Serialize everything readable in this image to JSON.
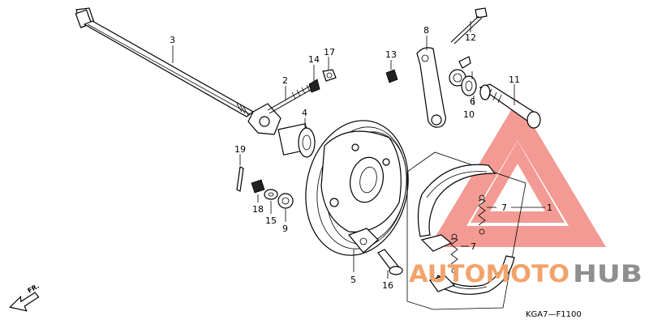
{
  "diagram": {
    "part_numbers": {
      "p1": "1",
      "p2": "2",
      "p3": "3",
      "p4": "4",
      "p5": "5",
      "p6": "6",
      "p7a": "7",
      "p7b": "7",
      "p8": "8",
      "p9": "9",
      "p10": "10",
      "p11": "11",
      "p12": "12",
      "p13": "13",
      "p14": "14",
      "p15": "15",
      "p16": "16",
      "p17": "17",
      "p18": "18",
      "p19": "19"
    },
    "diagram_code": "KGA7—F1100",
    "direction_label": "FR.",
    "watermark": {
      "brand_left": "AUTOMOTO",
      "brand_right": "HUB",
      "color_primary": "#e8483c",
      "color_secondary": "#8f8f8f"
    }
  }
}
